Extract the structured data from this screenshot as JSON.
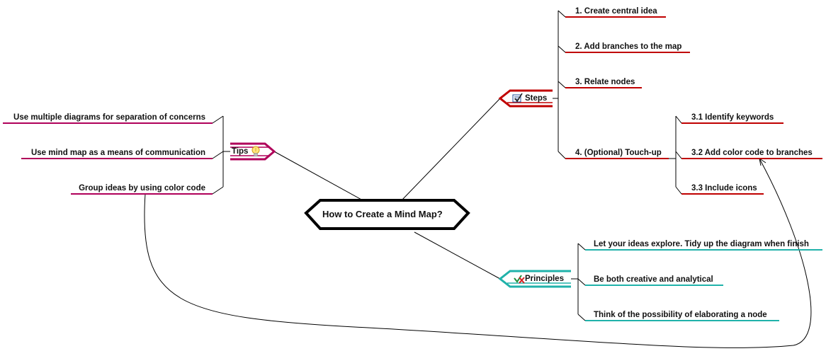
{
  "central": {
    "label": "How to Create a Mind Map?"
  },
  "colors": {
    "steps": "#c00000",
    "principles": "#20b2aa",
    "tips": "#b0005a",
    "line": "#000000"
  },
  "steps": {
    "label": "Steps",
    "icon": "checklist-icon",
    "items": [
      {
        "label": "1. Create central idea"
      },
      {
        "label": "2. Add branches to the map"
      },
      {
        "label": "3. Relate nodes"
      },
      {
        "label": "4. (Optional) Touch-up"
      }
    ],
    "touchup_items": [
      {
        "label": "3.1 Identify keywords"
      },
      {
        "label": "3.2 Add color code to branches"
      },
      {
        "label": "3.3 Include icons"
      }
    ]
  },
  "principles": {
    "label": "Principles",
    "icon": "check-cross-icon",
    "items": [
      {
        "label": "Let your ideas explore. Tidy up the diagram when finish"
      },
      {
        "label": "Be both creative and analytical"
      },
      {
        "label": "Think of the possibility of elaborating a node"
      }
    ]
  },
  "tips": {
    "label": "Tips",
    "icon": "lightbulb-icon",
    "items": [
      {
        "label": "Use multiple diagrams for separation of concerns"
      },
      {
        "label": "Use mind map as a means of communication"
      },
      {
        "label": "Group ideas by using color code"
      }
    ]
  }
}
